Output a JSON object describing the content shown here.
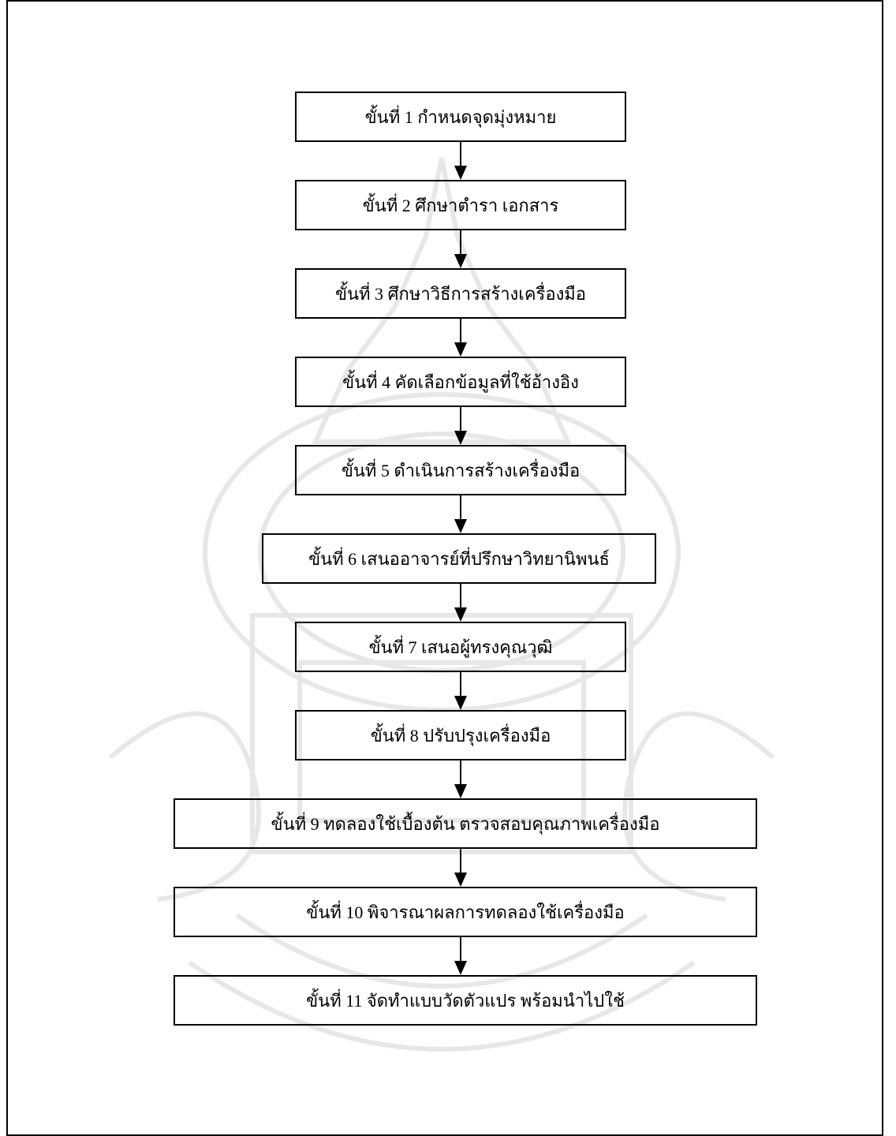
{
  "flowchart": {
    "steps": [
      "ขั้นที่ 1 กำหนดจุดมุ่งหมาย",
      "ขั้นที่ 2 ศึกษาตำรา เอกสาร",
      "ขั้นที่ 3 ศึกษาวิธีการสร้างเครื่องมือ",
      "ขั้นที่ 4 คัดเลือกข้อมูลที่ใช้อ้างอิง",
      "ขั้นที่ 5 ดำเนินการสร้างเครื่องมือ",
      "ขั้นที่ 6 เสนออาจารย์ที่ปรึกษาวิทยานิพนธ์",
      "ขั้นที่ 7 เสนอผู้ทรงคุณวุฒิ",
      "ขั้นที่ 8 ปรับปรุงเครื่องมือ",
      "ขั้นที่ 9 ทดลองใช้เบื้องต้น ตรวจสอบคุณภาพเครื่องมือ",
      "ขั้นที่ 10 พิจารณาผลการทดลองใช้เครื่องมือ",
      "ขั้นที่ 11 จัดทำแบบวัดตัวแปร พร้อมนำไปใช้"
    ]
  }
}
